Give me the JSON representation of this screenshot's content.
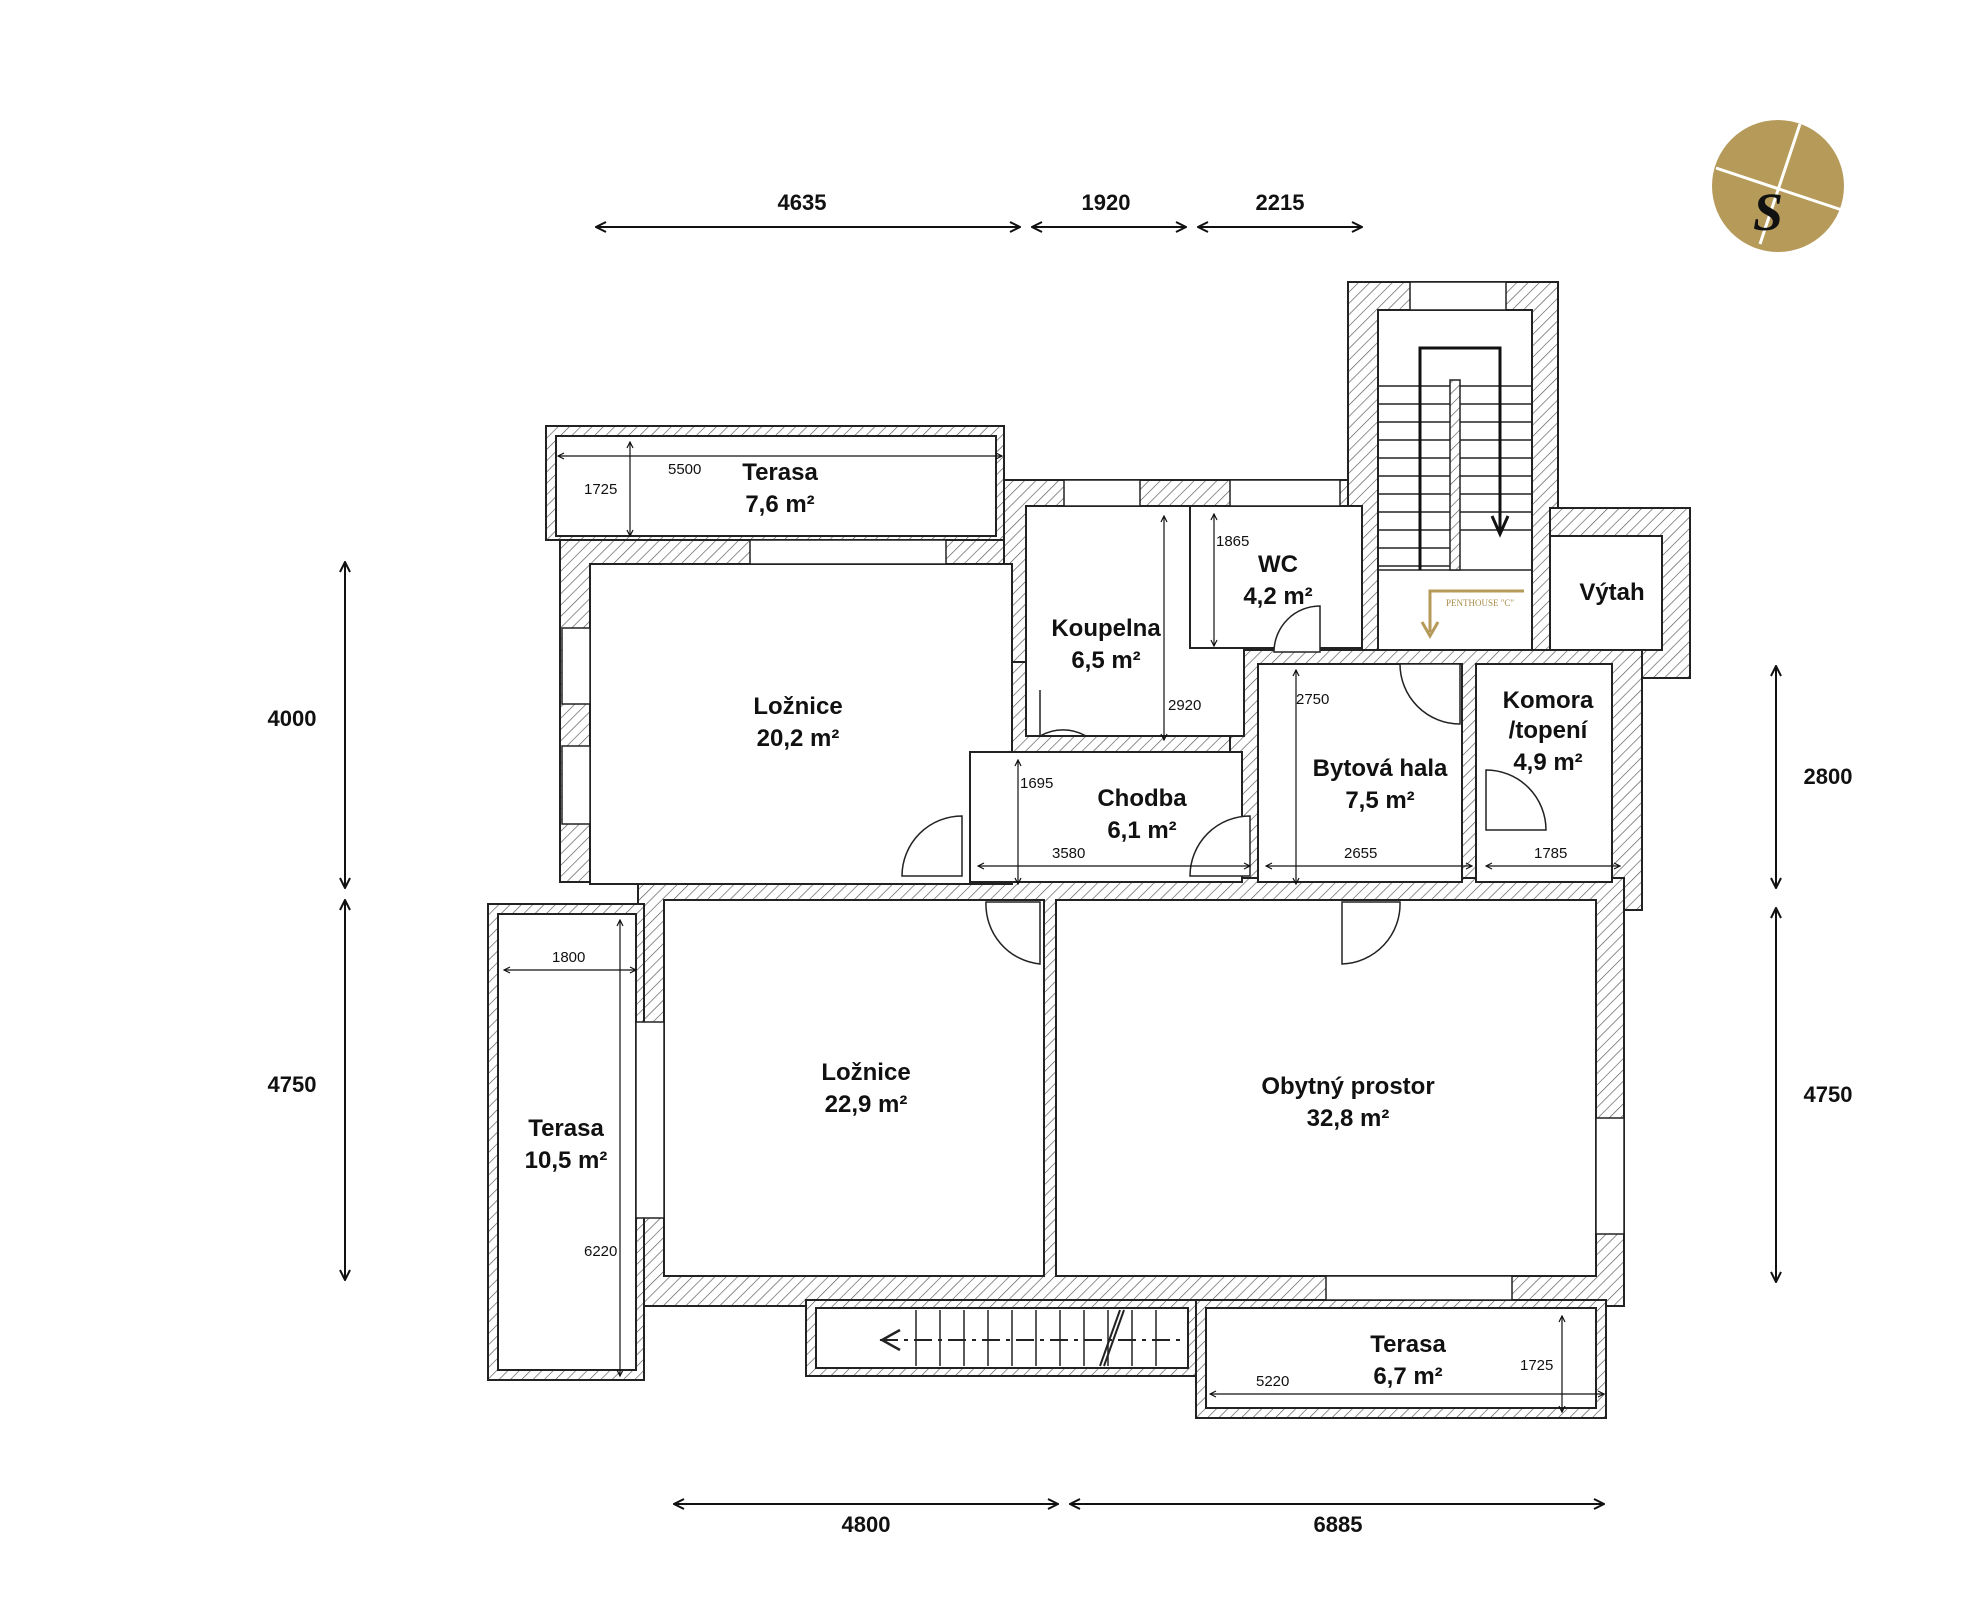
{
  "rooms": {
    "terasa_top": {
      "name": "Terasa",
      "area": "7,6 m²"
    },
    "loznice_1": {
      "name": "Ložnice",
      "area": "20,2 m²"
    },
    "koupelna": {
      "name": "Koupelna",
      "area": "6,5 m²"
    },
    "wc": {
      "name": "WC",
      "area": "4,2 m²"
    },
    "vytah": {
      "name": "Výtah"
    },
    "chodba": {
      "name": "Chodba",
      "area": "6,1 m²"
    },
    "bytova_hala": {
      "name": "Bytová hala",
      "area": "7,5 m²"
    },
    "komora": {
      "name_line1": "Komora",
      "name_line2": "/topení",
      "area": "4,9 m²"
    },
    "terasa_left": {
      "name": "Terasa",
      "area": "10,5 m²"
    },
    "loznice_2": {
      "name": "Ložnice",
      "area": "22,9 m²"
    },
    "obytny": {
      "name": "Obytný prostor",
      "area": "32,8 m²"
    },
    "terasa_bottom": {
      "name": "Terasa",
      "area": "6,7 m²"
    }
  },
  "stair_label": "PENTHOUSE \"C\"",
  "outer_dimensions": {
    "top": [
      "4635",
      "1920",
      "2215"
    ],
    "bottom": [
      "4800",
      "6885"
    ],
    "left": [
      "4000",
      "4750"
    ],
    "right": [
      "2800",
      "4750"
    ]
  },
  "inner_dimensions": {
    "terasa_top_w": "5500",
    "terasa_top_h": "1725",
    "wc_h": "1865",
    "koupelna_h": "2920",
    "hala_h": "2750",
    "chodba_h": "1695",
    "chodba_w": "3580",
    "hala_w": "2655",
    "komora_w": "1785",
    "terasa_left_w": "1800",
    "terasa_left_h": "6220",
    "terasa_bottom_w": "5220",
    "terasa_bottom_h": "1725"
  },
  "logo": {
    "letter": "S",
    "color": "#b59a5a"
  },
  "colors": {
    "wall_hatch": "#444444",
    "accent_gold": "#b59a5a"
  }
}
